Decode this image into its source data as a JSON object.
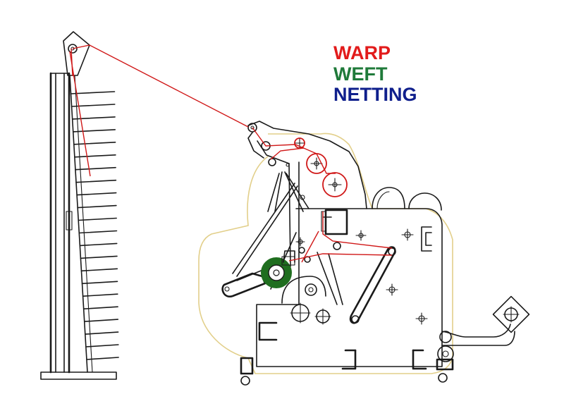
{
  "legend": {
    "items": [
      {
        "label": "WARP",
        "color": "#e21b1b"
      },
      {
        "label": "WEFT",
        "color": "#1f7a3a"
      },
      {
        "label": "NETTING",
        "color": "#0f1f8c"
      }
    ]
  },
  "colors": {
    "line": "#1a1a1a",
    "warp_yarn": "#d01818",
    "weft_beam": "#1f6e1f",
    "safety_outline": "#e2cf8a",
    "background": "#ffffff"
  }
}
